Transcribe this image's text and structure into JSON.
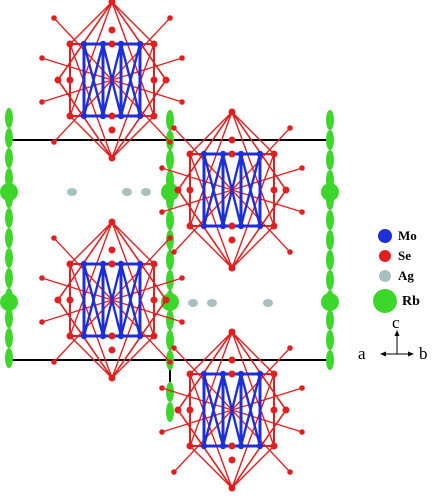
{
  "legend": {
    "items": [
      {
        "label": "Mo",
        "color": "#1f2fd8",
        "size": "small"
      },
      {
        "label": "Se",
        "color": "#e02020",
        "size": "small"
      },
      {
        "label": "Ag",
        "color": "#a9bfc0",
        "size": "small"
      },
      {
        "label": "Rb",
        "color": "#3dd62a",
        "size": "large"
      }
    ]
  },
  "axes": {
    "a": "a",
    "b": "b",
    "c": "c"
  },
  "colors": {
    "mo": "#1f2fd8",
    "se": "#e02020",
    "ag": "#a9bfc0",
    "rb": "#3dd62a",
    "cell": "#000000"
  }
}
